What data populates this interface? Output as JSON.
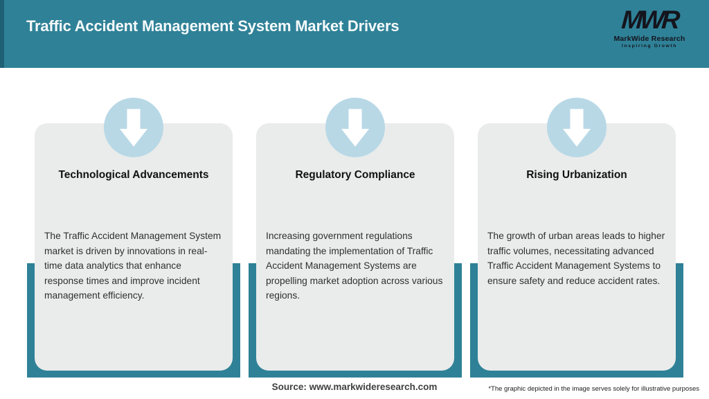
{
  "header": {
    "title": "Traffic Accident Management System Market Drivers",
    "logo": {
      "mark": "MWR",
      "name": "MarkWide Research",
      "tagline": "Inspiring Growth"
    }
  },
  "cards": [
    {
      "title": "Technological Advancements",
      "description": "The Traffic Accident Management System market is driven by innovations in real-time data analytics that enhance response times and improve incident management efficiency.",
      "icon": "arrow-down-icon"
    },
    {
      "title": "Regulatory Compliance",
      "description": "Increasing government regulations mandating the implementation of Traffic Accident Management Systems are propelling market adoption across various regions.",
      "icon": "arrow-down-icon"
    },
    {
      "title": "Rising Urbanization",
      "description": "The growth of urban areas leads to higher traffic volumes, necessitating advanced Traffic Accident Management Systems to ensure safety and reduce accident rates.",
      "icon": "arrow-down-icon"
    }
  ],
  "footer": {
    "source": "Source: www.markwideresearch.com",
    "disclaimer": "*The graphic depicted in the image serves solely for illustrative purposes"
  },
  "colors": {
    "header_bg": "#2F8197",
    "header_edge": "#1E6175",
    "header_text": "#F6FAFB",
    "logo_text": "#14141D",
    "card_bg": "#E9ECEB",
    "card_shadow": "#2F8197",
    "icon_circle_bg": "#B8D8E6",
    "icon_arrow": "#FFFFFF",
    "title_text": "#111111",
    "body_text": "#2F2F2F",
    "source_text": "#3F3F3F"
  }
}
